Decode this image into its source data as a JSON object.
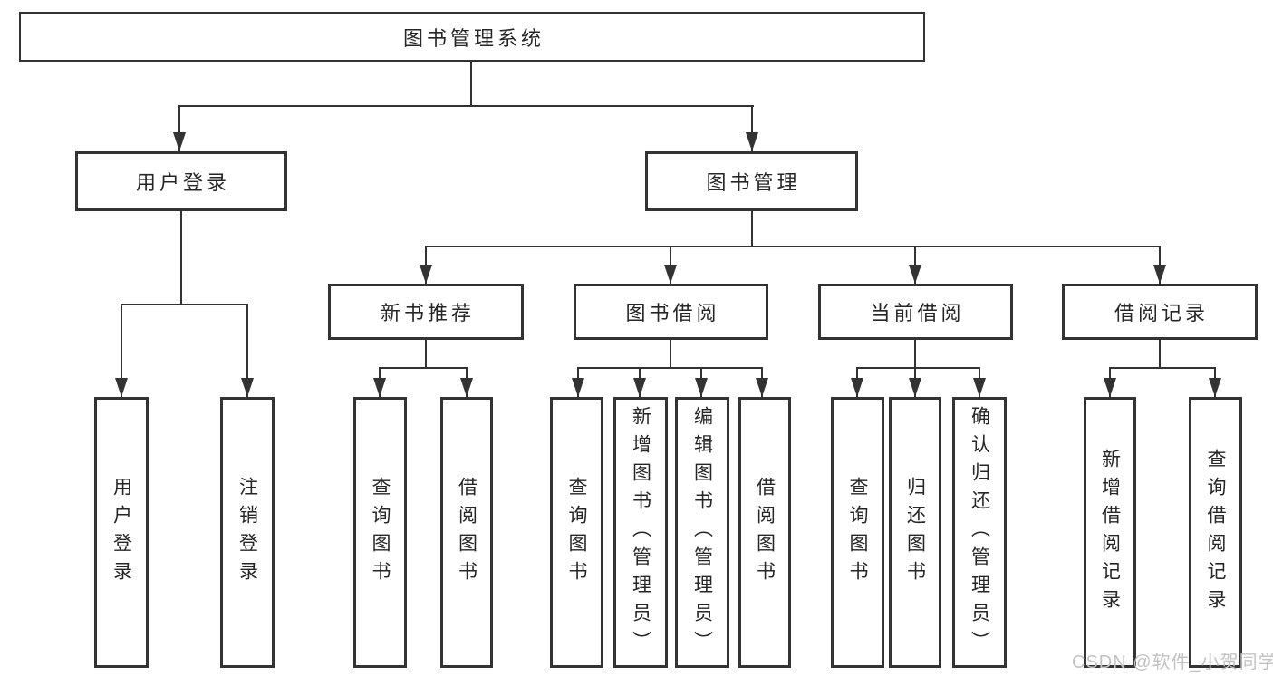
{
  "diagram_type": "hierarchy-tree",
  "watermark": "CSDN @软件_小贺同学",
  "colors": {
    "line": "#333333",
    "text": "#262626",
    "background": "#ffffff",
    "watermark": "#c3c3c3"
  },
  "nodes": {
    "root": {
      "label": "图书管理系统"
    },
    "login": {
      "label": "用户登录"
    },
    "mgmt": {
      "label": "图书管理"
    },
    "login_user": {
      "label": "用户登录"
    },
    "login_logout": {
      "label": "注销登录"
    },
    "rec": {
      "label": "新书推荐"
    },
    "borrow": {
      "label": "图书借阅"
    },
    "current": {
      "label": "当前借阅"
    },
    "history": {
      "label": "借阅记录"
    },
    "rec_query": {
      "label": "查询图书"
    },
    "rec_borrow": {
      "label": "借阅图书"
    },
    "borrow_query": {
      "label": "查询图书"
    },
    "borrow_add": {
      "label": "新增图书（管理员）"
    },
    "borrow_edit": {
      "label": "编辑图书（管理员）"
    },
    "borrow_lend": {
      "label": "借阅图书"
    },
    "current_query": {
      "label": "查询图书"
    },
    "current_return": {
      "label": "归还图书"
    },
    "current_confirm": {
      "label": "确认归还（管理员）"
    },
    "history_add": {
      "label": "新增借阅记录"
    },
    "history_query": {
      "label": "查询借阅记录"
    }
  }
}
